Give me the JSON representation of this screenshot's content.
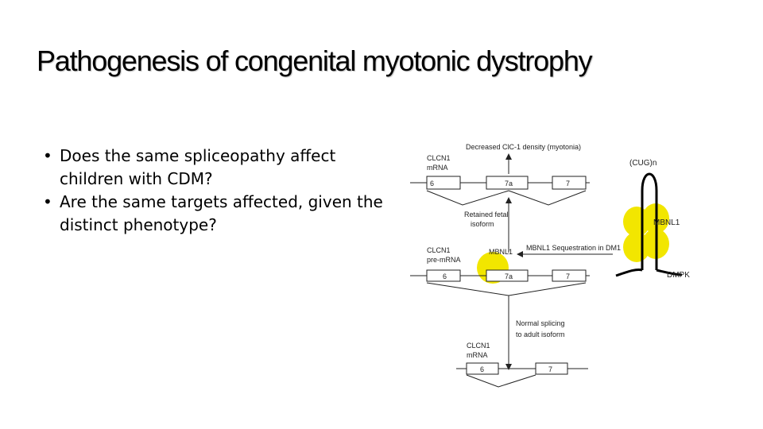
{
  "slide": {
    "title": "Pathogenesis of congenital myotonic dystrophy",
    "bullets": [
      "Does the same spliceopathy affect children with CDM?",
      "Are the same targets affected, given the distinct phenotype?"
    ]
  },
  "diagram": {
    "top_label": "Decreased ClC-1 density (myotonia)",
    "top_mrna_label": [
      "CLCN1",
      "mRNA"
    ],
    "top_exons": [
      "6",
      "7a",
      "7"
    ],
    "retained_label": [
      "Retained fetal",
      "isoform"
    ],
    "pre_mrna_label": [
      "CLCN1",
      "pre-mRNA"
    ],
    "mbnl1_on_pre": "MBNL1",
    "sequestration_label": "MBNL1 Sequestration in DM1",
    "mid_exons": [
      "6",
      "7a",
      "7"
    ],
    "normal_splicing_label": [
      "Normal splicing",
      "to adult isoform"
    ],
    "bottom_mrna_label": [
      "CLCN1",
      "mRNA"
    ],
    "bottom_exons": [
      "6",
      "7"
    ],
    "repeat_label": "(CUG)n",
    "hairpin_mbnl1": "MBNL1",
    "dmpk_label": "DMPK",
    "colors": {
      "mbnl1": "#f2e600",
      "lines": "#222222"
    }
  }
}
